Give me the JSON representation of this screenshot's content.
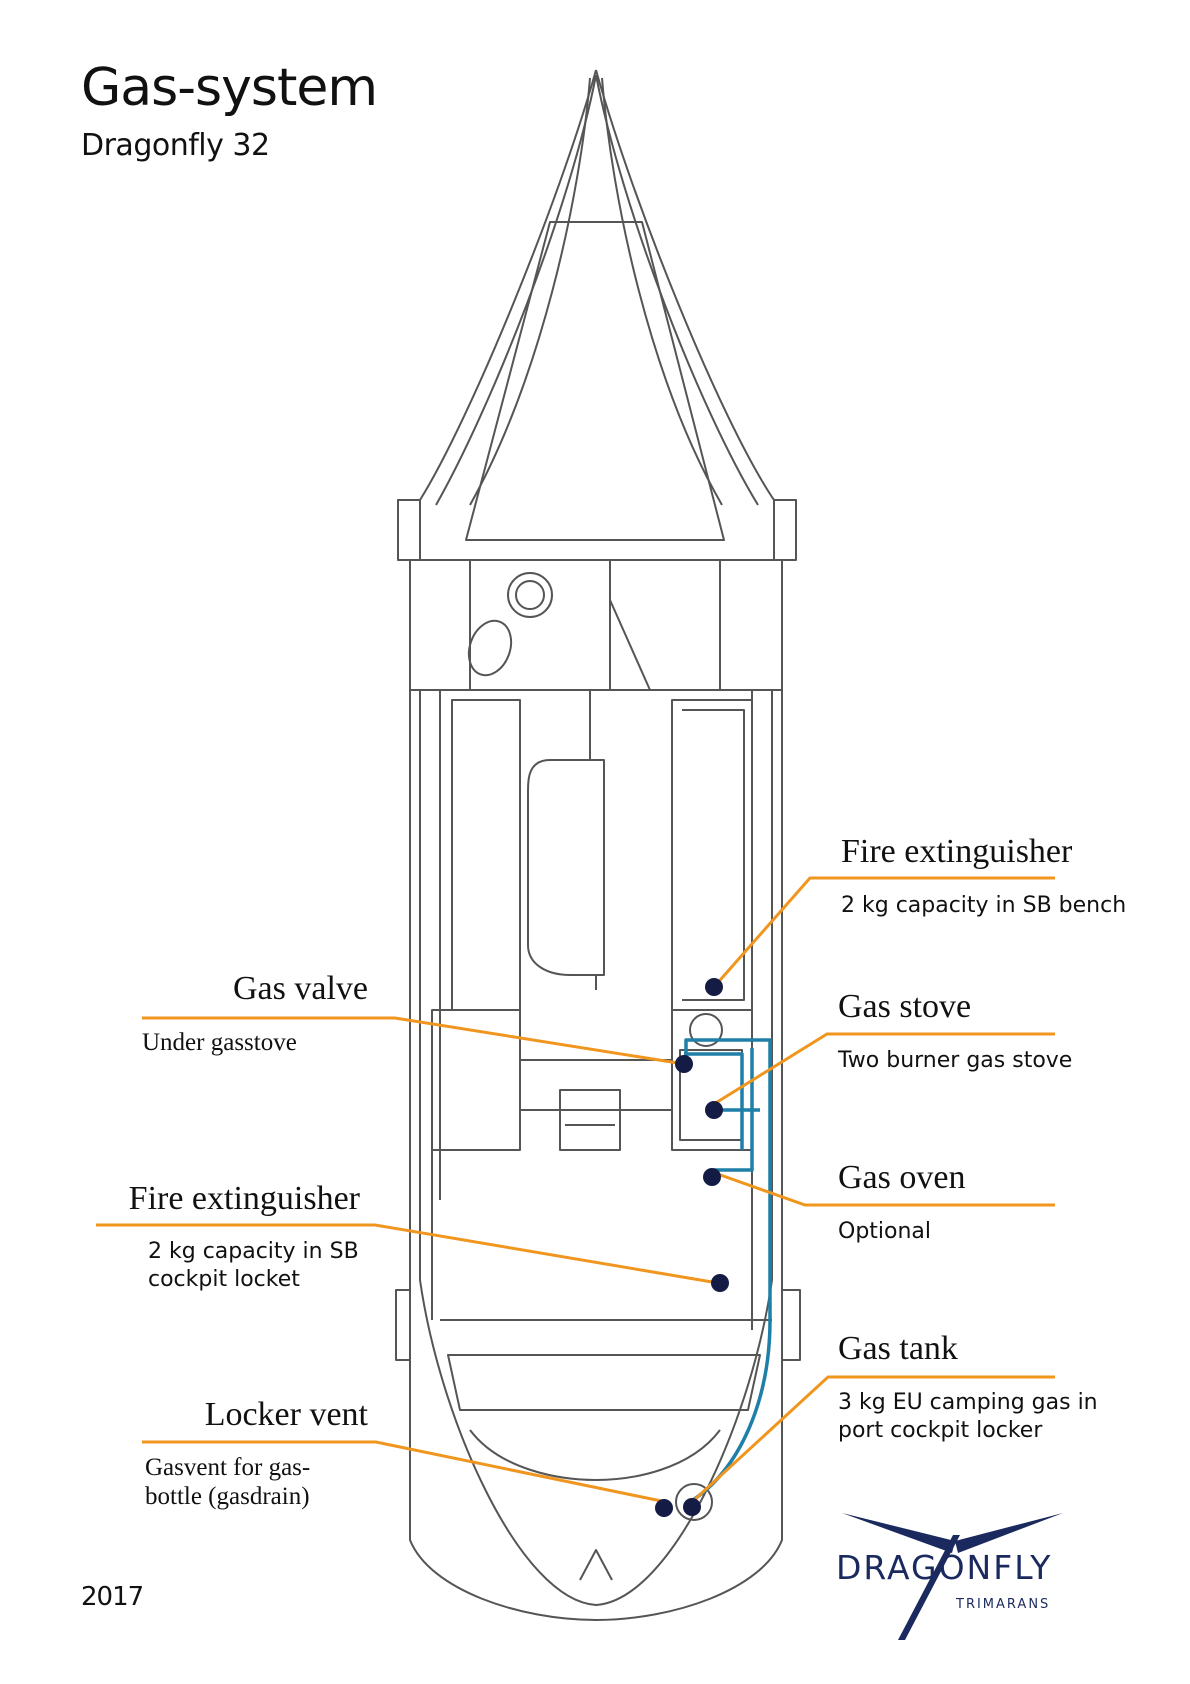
{
  "header": {
    "title": "Gas-system",
    "subtitle": "Dragonfly 32"
  },
  "footer": {
    "year": "2017"
  },
  "callouts": {
    "fire_ext_bench": {
      "title": "Fire extinguisher",
      "desc": "2 kg capacity in SB bench"
    },
    "gas_stove": {
      "title": "Gas stove",
      "desc": "Two burner gas stove"
    },
    "gas_oven": {
      "title": "Gas oven",
      "desc": "Optional"
    },
    "gas_tank": {
      "title": "Gas tank",
      "desc": "3 kg EU camping gas in\nport cockpit locker"
    },
    "gas_valve": {
      "title": "Gas valve",
      "desc": "Under gasstove"
    },
    "fire_ext_locker": {
      "title": "Fire extinguisher",
      "desc": "2 kg capacity in SB\ncockpit locket"
    },
    "locker_vent": {
      "title": "Locker vent",
      "desc": "Gasvent for gas-\nbottle (gasdrain)"
    }
  },
  "logo": {
    "wordmark": "DRAGONFLY",
    "tagline": "TRIMARANS"
  },
  "colors": {
    "leader": "#f0961e",
    "gas_line": "#1f7fa8",
    "marker": "#141c45",
    "brand": "#1b2a5e",
    "outline": "#555555"
  }
}
